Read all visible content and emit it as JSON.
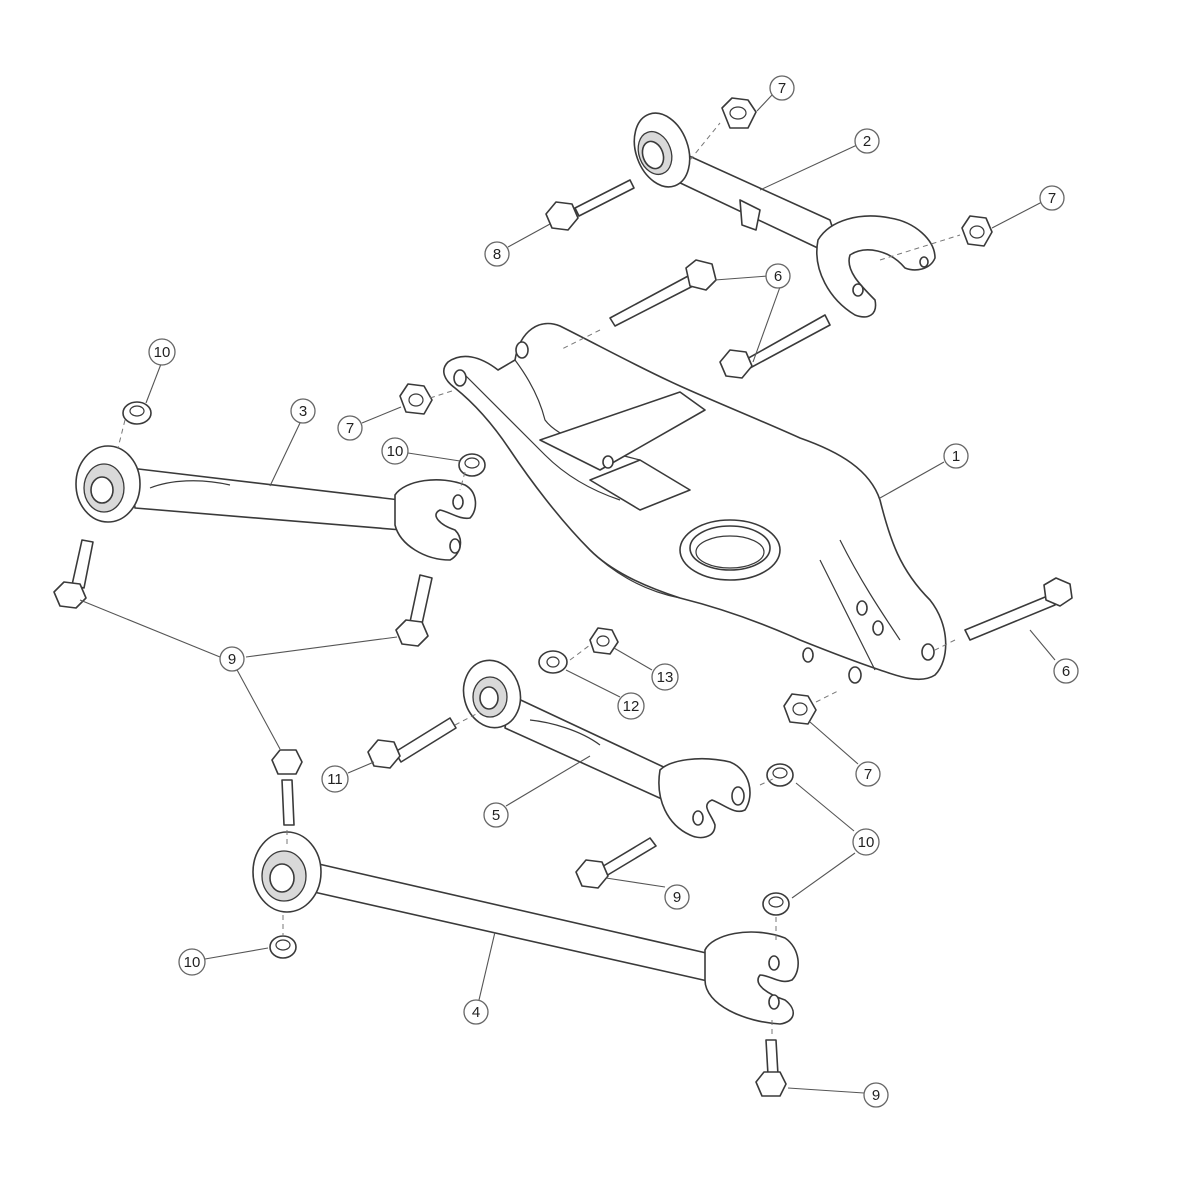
{
  "callouts": [
    {
      "id": "c7a",
      "label": "7"
    },
    {
      "id": "c2",
      "label": "2"
    },
    {
      "id": "c7b",
      "label": "7"
    },
    {
      "id": "c8",
      "label": "8"
    },
    {
      "id": "c6a",
      "label": "6"
    },
    {
      "id": "c10a",
      "label": "10"
    },
    {
      "id": "c3",
      "label": "3"
    },
    {
      "id": "c7c",
      "label": "7"
    },
    {
      "id": "c10b",
      "label": "10"
    },
    {
      "id": "c1",
      "label": "1"
    },
    {
      "id": "c9a",
      "label": "9"
    },
    {
      "id": "c6b",
      "label": "6"
    },
    {
      "id": "c13",
      "label": "13"
    },
    {
      "id": "c12",
      "label": "12"
    },
    {
      "id": "c11",
      "label": "11"
    },
    {
      "id": "c7d",
      "label": "7"
    },
    {
      "id": "c5",
      "label": "5"
    },
    {
      "id": "c10c",
      "label": "10"
    },
    {
      "id": "c9b",
      "label": "9"
    },
    {
      "id": "c10d",
      "label": "10"
    },
    {
      "id": "c4",
      "label": "4"
    },
    {
      "id": "c9c",
      "label": "9"
    }
  ]
}
